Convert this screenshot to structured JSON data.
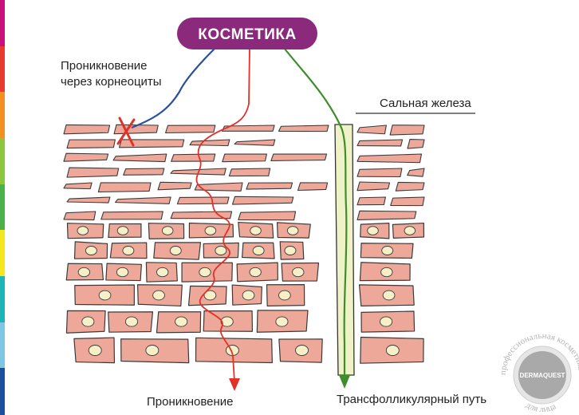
{
  "title": "КОСМЕТИКА",
  "labels": {
    "through_corneocytes_line1": "Проникновение",
    "through_corneocytes_line2": "через корнеоциты",
    "sebaceous_gland": "Сальная железа",
    "penetration": "Проникновение",
    "transfollicular": "Трансфолликулярный путь"
  },
  "watermark": {
    "logo": "DERMAQUEST",
    "ring_top": "профессиональная косметика",
    "ring_bottom": "для лица"
  },
  "colors": {
    "title_bg": "#8b2a7c",
    "cell_fill": "#eea89a",
    "cell_stroke": "#3a3a3a",
    "nucleus": "#f6f0c8",
    "path_blue": "#2c4f9e",
    "path_red": "#e0322a",
    "path_green": "#3f8d2d",
    "gland_fill": "#eef2c6",
    "cross": "#e0322a",
    "stripes": [
      "#c8127a",
      "#e63b2e",
      "#f29120",
      "#8cc63f",
      "#49b24a",
      "#f6e71d",
      "#1db5b8",
      "#7ec8e3",
      "#1b4f9c"
    ]
  }
}
